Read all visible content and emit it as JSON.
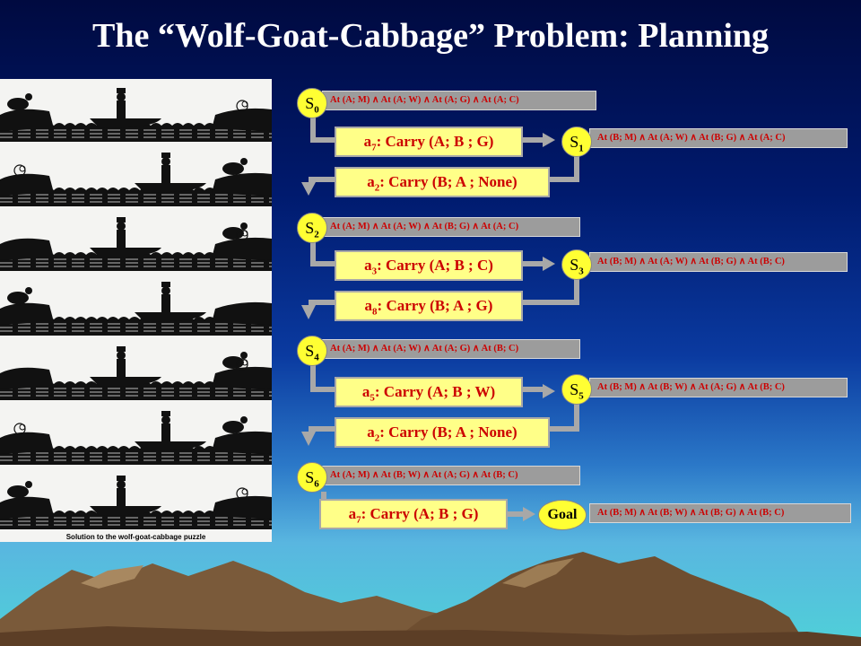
{
  "title": "The “Wolf-Goat-Cabbage” Problem: Planning",
  "illustration": {
    "caption": "Solution to the wolf-goat-cabbage puzzle",
    "rows": 7
  },
  "states": [
    {
      "label": "S",
      "sub": "0",
      "formula": "At (A; M) ∧ At (A; W) ∧ At (A; G) ∧ At (A; C)"
    },
    {
      "label": "S",
      "sub": "1",
      "formula": "At (B; M) ∧ At (A; W) ∧ At (B; G) ∧ At (A; C)"
    },
    {
      "label": "S",
      "sub": "2",
      "formula": "At (A; M) ∧ At (A; W) ∧ At (B; G) ∧ At (A; C)"
    },
    {
      "label": "S",
      "sub": "3",
      "formula": "At (B; M) ∧ At (A; W) ∧ At (B; G) ∧ At (B; C)"
    },
    {
      "label": "S",
      "sub": "4",
      "formula": "At (A; M) ∧ At (A; W) ∧ At (A; G) ∧ At (B; C)"
    },
    {
      "label": "S",
      "sub": "5",
      "formula": "At (B; M) ∧ At (B; W) ∧ At (A; G) ∧ At (B; C)"
    },
    {
      "label": "S",
      "sub": "6",
      "formula": "At (A; M) ∧ At (B; W) ∧ At (A; G) ∧ At (B; C)"
    },
    {
      "label": "Goal",
      "sub": "",
      "formula": "At (B; M) ∧ At (B; W) ∧ At (B; G) ∧ At (B; C)"
    }
  ],
  "actions": [
    {
      "label": "a",
      "sub": "7",
      "text": ": Carry (A; B ; G)"
    },
    {
      "label": "a",
      "sub": "2",
      "text": ": Carry (B; A ; None)"
    },
    {
      "label": "a",
      "sub": "3",
      "text": ": Carry (A; B ; C)"
    },
    {
      "label": "a",
      "sub": "8",
      "text": ": Carry (B; A ; G)"
    },
    {
      "label": "a",
      "sub": "5",
      "text": ": Carry (A; B ; W)"
    },
    {
      "label": "a",
      "sub": "2",
      "text": ": Carry (B; A ; None)"
    },
    {
      "label": "a",
      "sub": "7",
      "text": ": Carry (A; B ; G)"
    }
  ],
  "colors": {
    "state_fill": "#ffff33",
    "action_fill": "#ffff88",
    "action_text": "#cc0000",
    "formula_bar": "#9c9c9c",
    "connector": "#a8a8a8",
    "mountain": "#7a5a3a"
  }
}
